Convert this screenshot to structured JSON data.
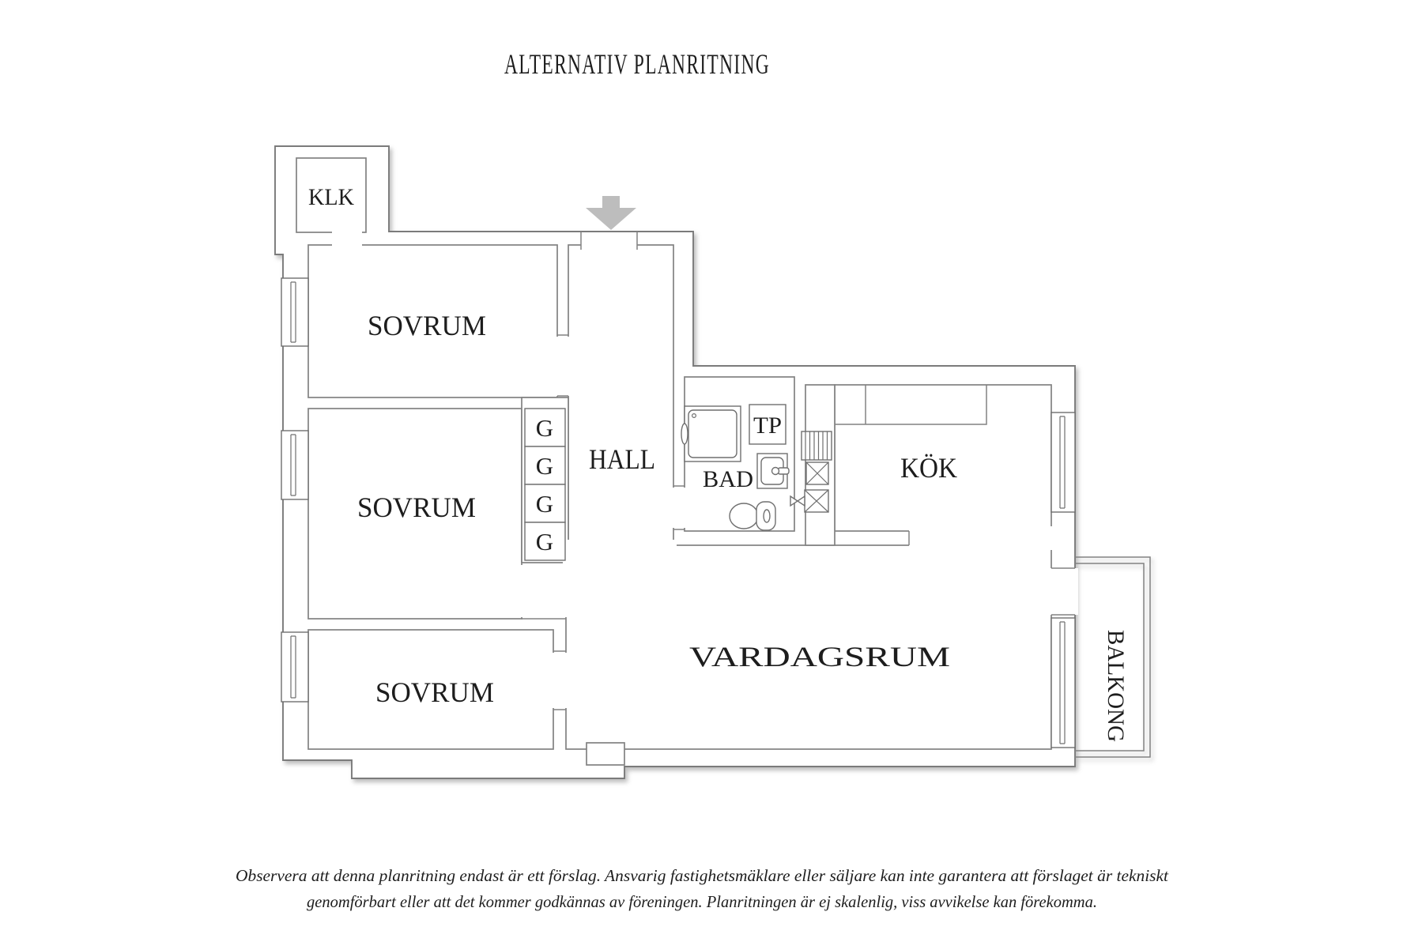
{
  "title": "ALTERNATIV PLANRITNING",
  "rooms": {
    "klk": "KLK",
    "sovrum": "SOVRUM",
    "hall": "HALL",
    "bad": "BAD",
    "tp": "TP",
    "kok": "KÖK",
    "vardagsrum": "VARDAGSRUM",
    "balkong": "BALKONG",
    "garderob": "G"
  },
  "disclaimer": {
    "line1": "Observera att denna planritning endast är ett förslag. Ansvarig fastighetsmäklare eller säljare kan inte garantera att förslaget är tekniskt",
    "line2": "genomförbart eller att det kommer godkännas av föreningen. Planritningen är ej skalenlig, viss avvikelse kan förekomma."
  },
  "colors": {
    "wall": "#828282",
    "label": "#1d1d1d",
    "arrow": "#bdbdbd",
    "background": "#ffffff"
  },
  "icons": {
    "entrance": "down-arrow-icon"
  }
}
